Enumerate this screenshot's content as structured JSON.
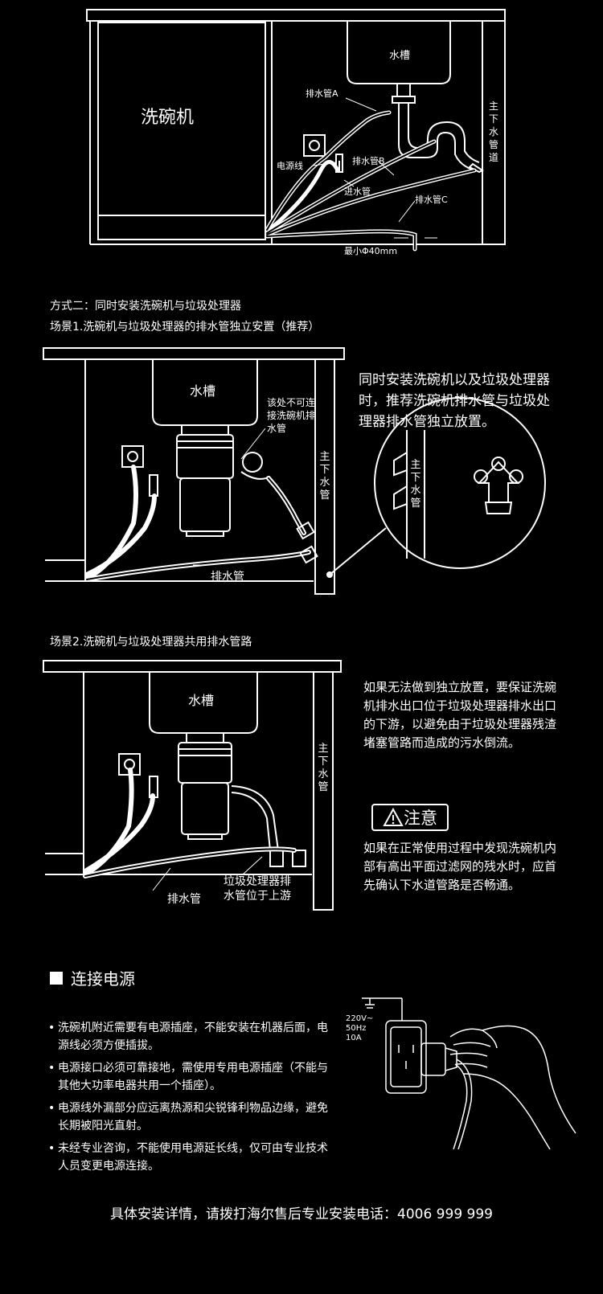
{
  "diagram1": {
    "dishwasher": "洗碗机",
    "sink": "水槽",
    "drain_a": "排水管A",
    "drain_b": "排水管B",
    "drain_c": "排水管C",
    "power_cord": "电源线",
    "inlet_hose": "进水管",
    "min_diameter": "最小Φ40mm",
    "main_drain": "主下水管道"
  },
  "method2": {
    "title": "方式二：同时安装洗碗机与垃圾处理器",
    "scene1_title": "场景1.洗碗机与垃圾处理器的排水管独立安置（推荐）"
  },
  "diagram2": {
    "sink": "水槽",
    "warning": "该处不可连接洗碗机排水管",
    "main_drain": "主下水管",
    "circle_main_drain": "主下水管",
    "drain_pipe": "排水管",
    "description": "同时安装洗碗机以及垃圾处理器时，推荐洗碗机排水管与垃圾处理器排水管独立放置。"
  },
  "scene2": {
    "title": "场景2.洗碗机与垃圾处理器共用排水管路"
  },
  "diagram3": {
    "sink": "水槽",
    "main_drain": "主下水管",
    "drain_pipe": "排水管",
    "upstream": "垃圾处理器排水管位于上游",
    "description": "如果无法做到独立放置，要保证洗碗机排水出口位于垃圾处理器排水出口的下游，以避免由于垃圾处理器残渣堵塞管路而造成的污水倒流。",
    "notice_label": "注意",
    "notice_text": "如果在正常使用过程中发现洗碗机内部有高出平面过滤网的残水时，应首先确认下水道管路是否畅通。"
  },
  "power": {
    "title": "连接电源",
    "bullets": [
      "洗碗机附近需要有电源插座，不能安装在机器后面，电源线必须方便插拔。",
      "电源接口必须可靠接地，需使用专用电源插座（不能与其他大功率电器共用一个插座）。",
      "电源线外漏部分应远离热源和尖锐锋利物品边缘，避免长期被阳光直射。",
      "未经专业咨询，不能使用电源延长线，仅可由专业技术人员变更电源连接。"
    ],
    "spec_voltage": "220V~",
    "spec_freq": "50Hz",
    "spec_current": "10A"
  },
  "footer": {
    "contact": "具体安装详情，请拨打海尔售后专业安装电话：4006 999 999"
  }
}
